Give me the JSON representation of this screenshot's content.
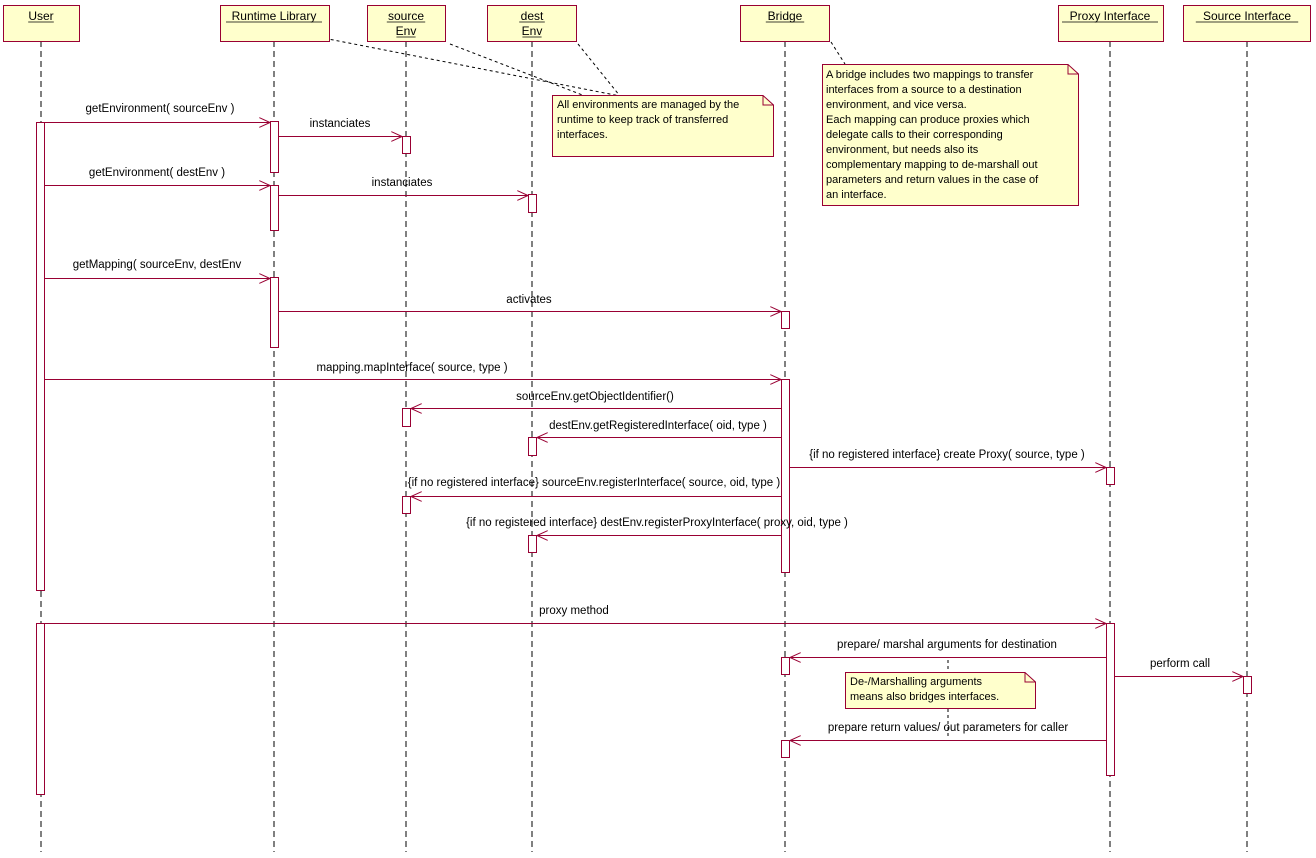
{
  "participants": [
    {
      "id": "user",
      "lines": [
        "User"
      ]
    },
    {
      "id": "runtime",
      "lines": [
        "Runtime Library"
      ]
    },
    {
      "id": "source_env",
      "lines": [
        "source",
        "Env"
      ]
    },
    {
      "id": "dest_env",
      "lines": [
        "dest",
        "Env"
      ]
    },
    {
      "id": "bridge",
      "lines": [
        "Bridge"
      ]
    },
    {
      "id": "proxy",
      "lines": [
        "Proxy Interface"
      ]
    },
    {
      "id": "source_iface",
      "lines": [
        "Source Interface"
      ]
    }
  ],
  "messages": [
    {
      "from": "user",
      "to": "runtime",
      "label": "getEnvironment( sourceEnv )"
    },
    {
      "from": "runtime",
      "to": "source_env",
      "label": "instanciates"
    },
    {
      "from": "user",
      "to": "runtime",
      "label": "getEnvironment( destEnv )"
    },
    {
      "from": "runtime",
      "to": "dest_env",
      "label": "instanciates"
    },
    {
      "from": "user",
      "to": "runtime",
      "label": "getMapping( sourceEnv, destEnv"
    },
    {
      "from": "runtime",
      "to": "bridge",
      "label": "activates"
    },
    {
      "from": "user",
      "to": "bridge",
      "label": "mapping.mapInterface( source, type )"
    },
    {
      "from": "bridge",
      "to": "source_env",
      "label": "sourceEnv.getObjectIdentifier()"
    },
    {
      "from": "bridge",
      "to": "dest_env",
      "label": "destEnv.getRegisteredInterface( oid, type )"
    },
    {
      "from": "bridge",
      "to": "proxy",
      "label": "{if no registered interface} create Proxy( source, type )"
    },
    {
      "from": "bridge",
      "to": "source_env",
      "label": "{if no registered interface} sourceEnv.registerInterface( source, oid, type )"
    },
    {
      "from": "bridge",
      "to": "dest_env",
      "label": "{if no registered interface} destEnv.registerProxyInterface( proxy, oid, type )"
    },
    {
      "from": "user",
      "to": "proxy",
      "label": "proxy method"
    },
    {
      "from": "proxy",
      "to": "bridge",
      "label": "prepare/ marshal arguments for destination"
    },
    {
      "from": "proxy",
      "to": "source_iface",
      "label": "perform call"
    },
    {
      "from": "proxy",
      "to": "bridge",
      "label": "prepare return values/ out parameters for caller"
    }
  ],
  "notes": [
    {
      "id": "environments",
      "lines": [
        "All environments are managed by the",
        "runtime to keep track of transferred",
        "interfaces."
      ]
    },
    {
      "id": "bridge",
      "lines": [
        "A bridge includes two mappings to transfer",
        "interfaces from a source to a destination",
        "environment, and vice versa.",
        "Each mapping can produce proxies which",
        "delegate calls to their corresponding",
        "environment, but needs also its",
        "complementary mapping to de-marshall out",
        "parameters and return values in the case of",
        "an interface."
      ]
    },
    {
      "id": "marshalling",
      "lines": [
        "De-/Marshalling arguments",
        "means also bridges interfaces."
      ]
    }
  ],
  "colors": {
    "participant_fill": "#ffffcc",
    "participant_border": "#990033",
    "message_line": "#990033",
    "activation_border": "#990033",
    "lifeline": "#000000"
  }
}
